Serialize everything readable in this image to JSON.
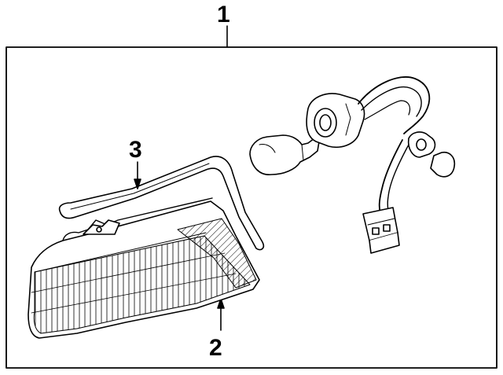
{
  "diagram": {
    "callouts": [
      {
        "id": "1",
        "label": "1",
        "part": "lamp-assembly"
      },
      {
        "id": "2",
        "label": "2",
        "part": "lens-housing"
      },
      {
        "id": "3",
        "label": "3",
        "part": "gasket"
      }
    ]
  },
  "colors": {
    "ink": "#000000",
    "paper": "#ffffff"
  }
}
